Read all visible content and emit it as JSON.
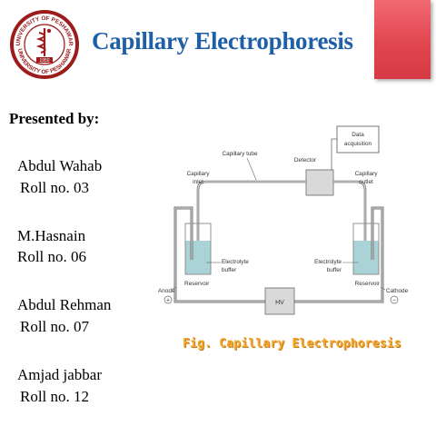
{
  "slide": {
    "title": "Capillary Electrophoresis",
    "presenter_heading": "Presented by:",
    "members": [
      {
        "name": "Abdul Wahab",
        "roll": "Roll no. 03"
      },
      {
        "name": "M.Hasnain",
        "roll": "Roll no. 06"
      },
      {
        "name": "Abdul Rehman",
        "roll": "Roll no. 07"
      },
      {
        "name": "Amjad jabbar",
        "roll": "Roll no. 12"
      }
    ],
    "colors": {
      "title": "#1f5fa8",
      "accent_block": "#e14650",
      "caption": "#f4a830"
    }
  },
  "logo": {
    "icon": "university-seal-icon",
    "top_text": "UNIVERSITY OF PESHAWAR",
    "bottom_text": "UNIVERSITY OF PESHAWAR",
    "year": "1950"
  },
  "diagram": {
    "labels": {
      "data_acquisition_line1": "Data",
      "data_acquisition_line2": "acquisition",
      "detector": "Detector",
      "capillary_tube": "Capillary tube",
      "capillary_inlet_line1": "Capillary",
      "capillary_inlet_line2": "inlet",
      "capillary_outlet_line1": "Capillary",
      "capillary_outlet_line2": "outlet",
      "electrolyte_left_line1": "Electrolyte",
      "electrolyte_left_line2": "buffer",
      "electrolyte_right_line1": "Electrolyte",
      "electrolyte_right_line2": "buffer",
      "reservoir_left": "Reservoir",
      "reservoir_right": "Reservoir",
      "anode": "Anode",
      "cathode": "Cathode",
      "anode_sign": "+",
      "cathode_sign": "−",
      "hv": "HV"
    },
    "caption": "Fig. Capillary Electrophoresis"
  }
}
